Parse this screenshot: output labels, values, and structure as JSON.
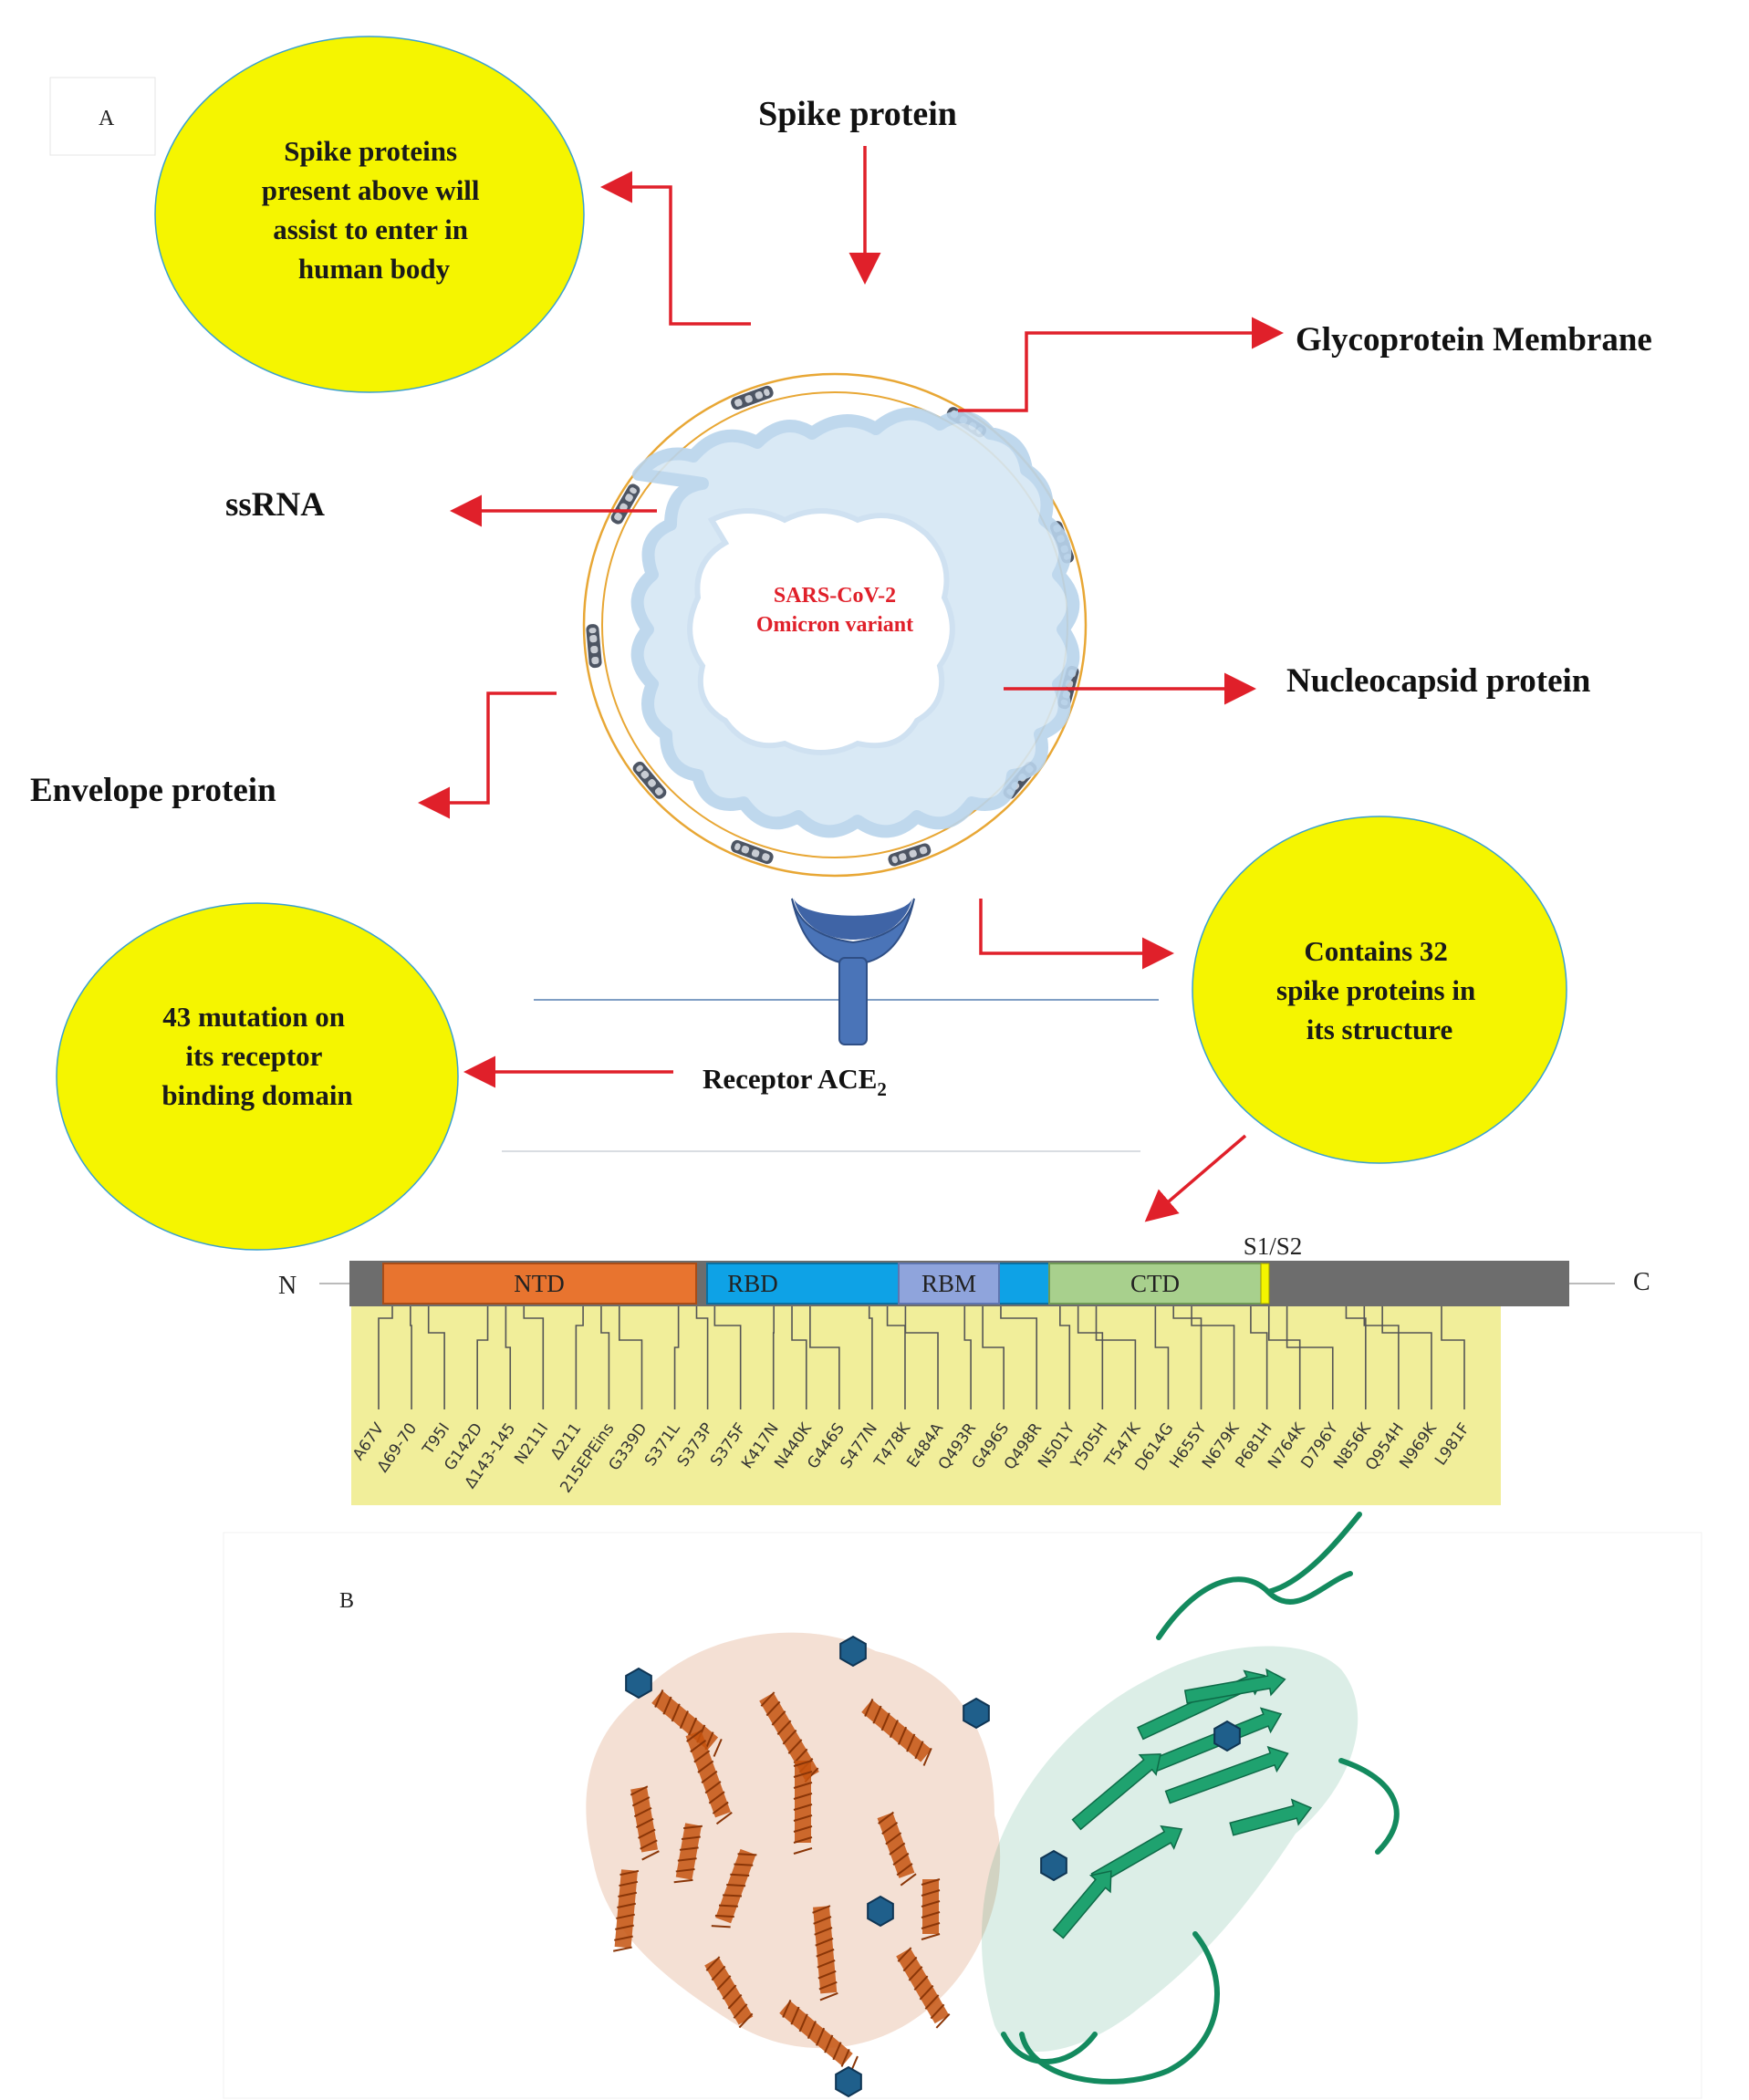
{
  "panel_a": {
    "label": "A",
    "spike_protein": "Spike  protein",
    "glycoprotein": "Glycoprotein Membrane",
    "ssrna": "ssRNA",
    "nucleocapsid": "Nucleocapsid protein",
    "envelope": "Envelope protein",
    "virus_name_1": "SARS-CoV-2",
    "virus_name_2": "Omicron variant",
    "receptor": "Receptor ACE",
    "receptor_sub": "2",
    "bubble_spike": [
      "Spike proteins",
      "present above will",
      "assist to enter in",
      "human body"
    ],
    "bubble_mutation": [
      "43 mutation on",
      "its receptor",
      "binding domain"
    ],
    "bubble_contains": [
      "Contains 32",
      "spike proteins in",
      "its structure"
    ]
  },
  "spike_map": {
    "n_label": "N",
    "c_label": "C",
    "s1s2": "S1/S2",
    "domains": [
      "NTD",
      "RBD",
      "RBM",
      "CTD"
    ],
    "mutations": [
      "A67V",
      "Δ69-70",
      "T95I",
      "G142D",
      "Δ143-145",
      "N211I",
      "Δ211",
      "215EPEins",
      "G339D",
      "S371L",
      "S373P",
      "S375F",
      "K417N",
      "N440K",
      "G446S",
      "S477N",
      "T478K",
      "E484A",
      "Q493R",
      "G496S",
      "Q498R",
      "N501Y",
      "Y505H",
      "T547K",
      "D614G",
      "H655Y",
      "N679K",
      "P681H",
      "N764K",
      "D796Y",
      "N856K",
      "Q954H",
      "N969K",
      "L981F"
    ]
  },
  "panel_b": {
    "label": "B"
  },
  "colors": {
    "bubble": "#f5f500",
    "arrow": "#e0202a",
    "ntd": "#e8742f",
    "rbd": "#0ea2e6",
    "rbm": "#8fa4dc",
    "ctd": "#a8d08d",
    "backbone": "#6d6d6d",
    "mutation_box": "#f1ee9a",
    "ace2_chain": "#c4520e",
    "rbd_chain": "#138a5e",
    "glycan": "#1f5f8b"
  }
}
